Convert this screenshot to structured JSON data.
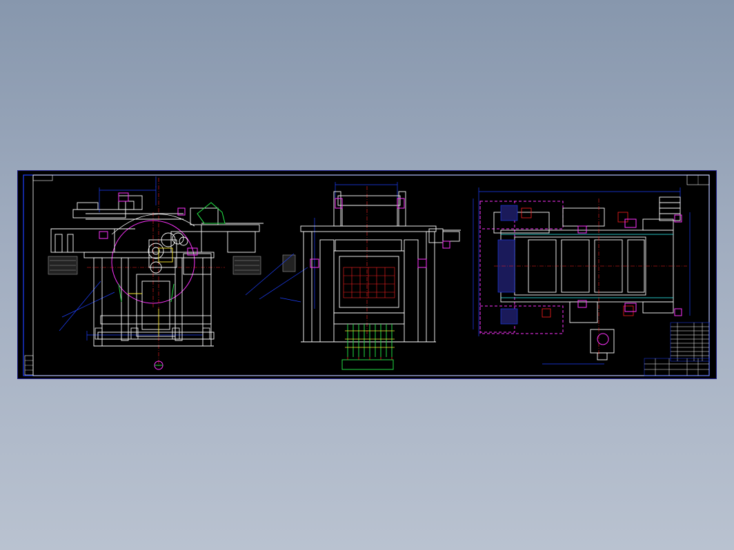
{
  "viewer": {
    "background_top": "#8797ad",
    "background_bottom": "#b9c2d0"
  },
  "drawing": {
    "background": "#000000",
    "colors": {
      "white": "#ffffff",
      "blue": "#1e40ff",
      "red": "#ff2020",
      "magenta": "#ff33ff",
      "green": "#22dd44",
      "yellow": "#ffee33",
      "cyan": "#33ffff",
      "gray": "#9a9a9a"
    },
    "views": [
      "side-elevation",
      "front-elevation",
      "plan-view"
    ],
    "has_title_block": true,
    "has_parts_list": true
  }
}
